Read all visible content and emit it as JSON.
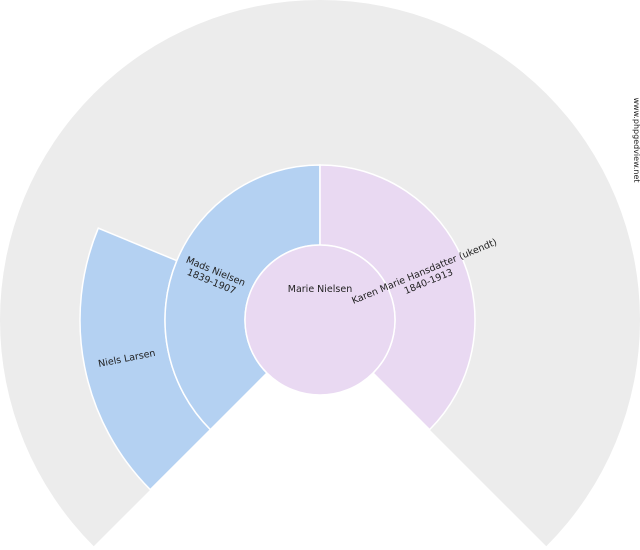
{
  "watermark": "www.phpgedview.net",
  "colors": {
    "background_ring": "#ececec",
    "male": "#b4d1f2",
    "female": "#e9d9f2",
    "separator": "#ffffff"
  },
  "root": {
    "name": "Marie Nielsen",
    "sex": "female"
  },
  "generation1": {
    "father": {
      "name": "Mads Nielsen",
      "dates": "1839-1907",
      "sex": "male"
    },
    "mother": {
      "name": "Karen Marie Hansdatter (ukendt)",
      "dates": "1840-1913",
      "sex": "female"
    }
  },
  "generation2": {
    "paternal_grandfather": {
      "name": "Niels Larsen",
      "sex": "male"
    }
  }
}
